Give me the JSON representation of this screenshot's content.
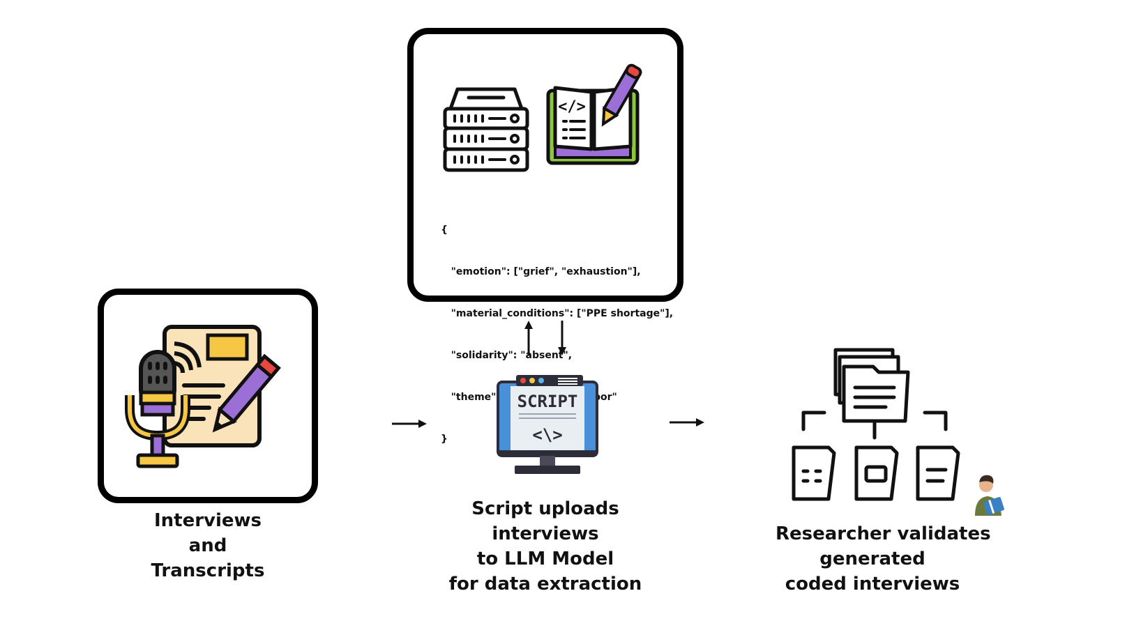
{
  "step1": {
    "caption_lines": [
      "Interviews",
      "and",
      "Transcripts"
    ],
    "icon": "microphone-transcript-pencil-icon"
  },
  "step2": {
    "caption_lines": [
      "Script uploads",
      "interviews",
      "to LLM Model",
      "for data extraction"
    ],
    "icon": "script-monitor-icon",
    "screen_label": "SCRIPT",
    "screen_code": "<\\>"
  },
  "llm_box": {
    "server_icon": "server-icon",
    "codebook_icon": "codebook-pencil-icon",
    "codebook_glyph": "</>",
    "json_lines": [
      "{",
      "   \"emotion\": [\"grief\", \"exhaustion\"],",
      "   \"material_conditions\": [\"PPE shortage\"],",
      "   \"solidarity\": \"absent\",",
      "   \"theme\": \"invisibility of labor\"",
      "}"
    ]
  },
  "step3": {
    "caption_lines": [
      "Researcher validates",
      "generated",
      "coded interviews"
    ],
    "icon": "folder-hierarchy-icon",
    "person_icon": "researcher-reading-icon"
  },
  "colors": {
    "purple": "#9b6fd6",
    "yellow": "#f6c744",
    "green": "#8dc63f",
    "paper": "#fbe3b9",
    "monitor_blue": "#4a90d9",
    "dark": "#2d2d3a"
  }
}
